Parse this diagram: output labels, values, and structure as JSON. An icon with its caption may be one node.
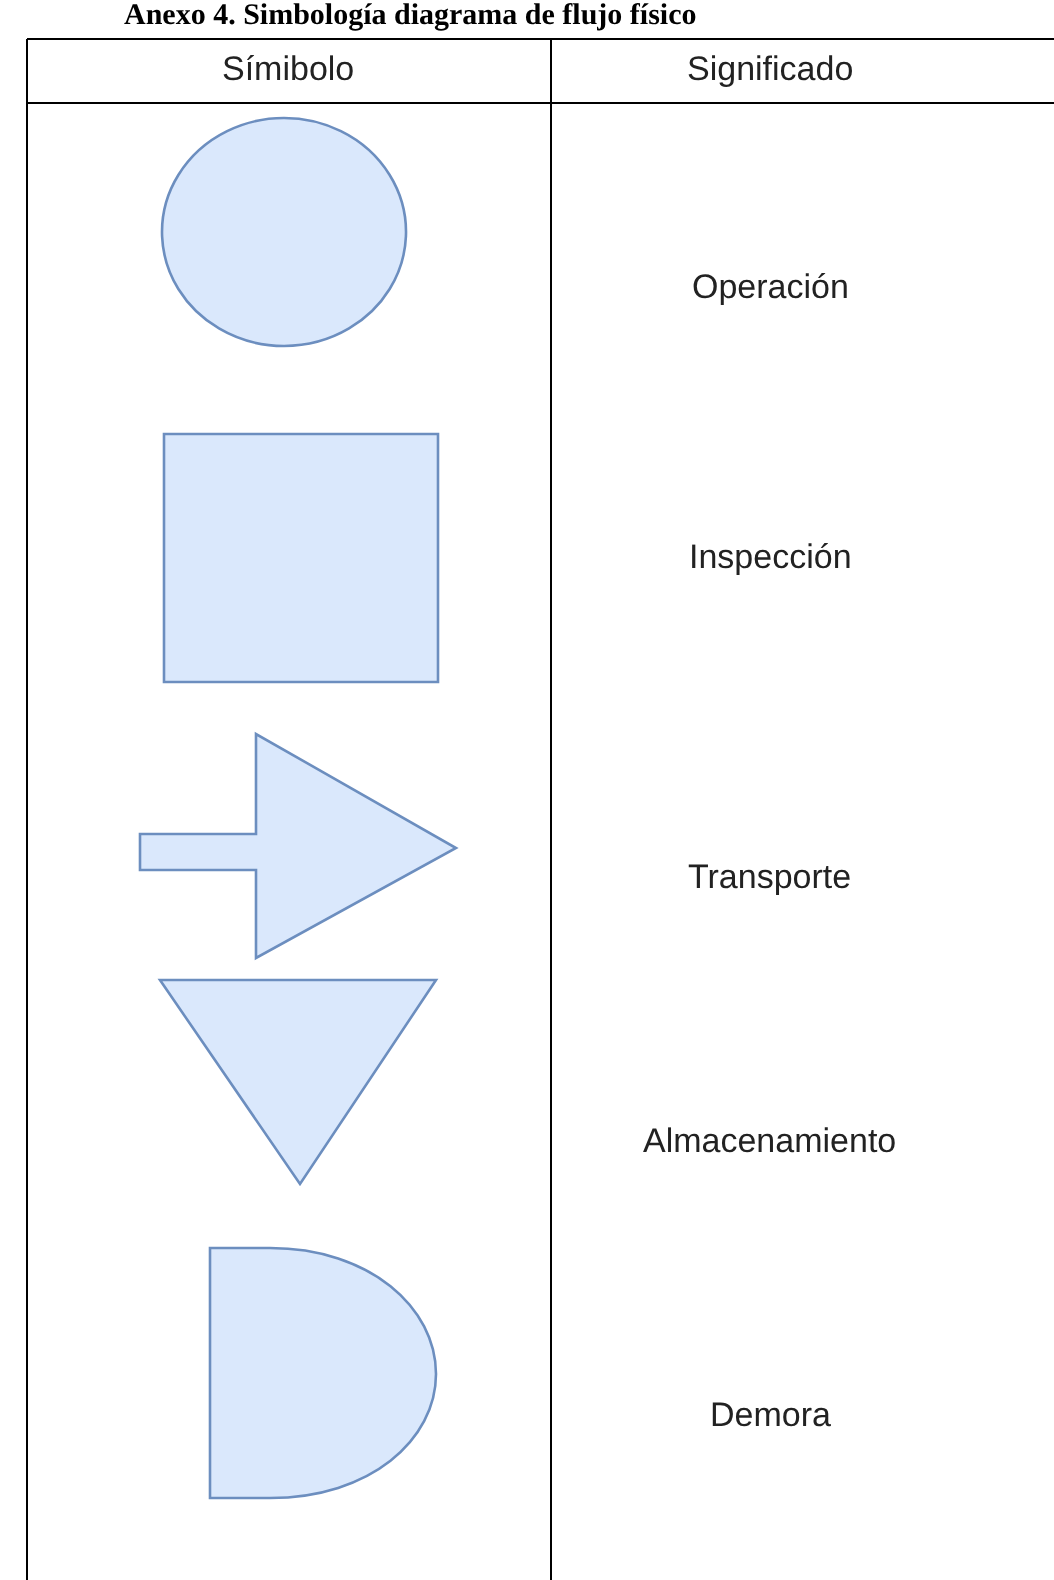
{
  "diagram": {
    "title": "Anexo 4. Simbología diagrama de flujo físico",
    "labels": [
      "Símibolo",
      "Significado",
      "Operación",
      "Inspección",
      "Transporte",
      "Almacenamiento",
      "Demora"
    ]
  }
}
